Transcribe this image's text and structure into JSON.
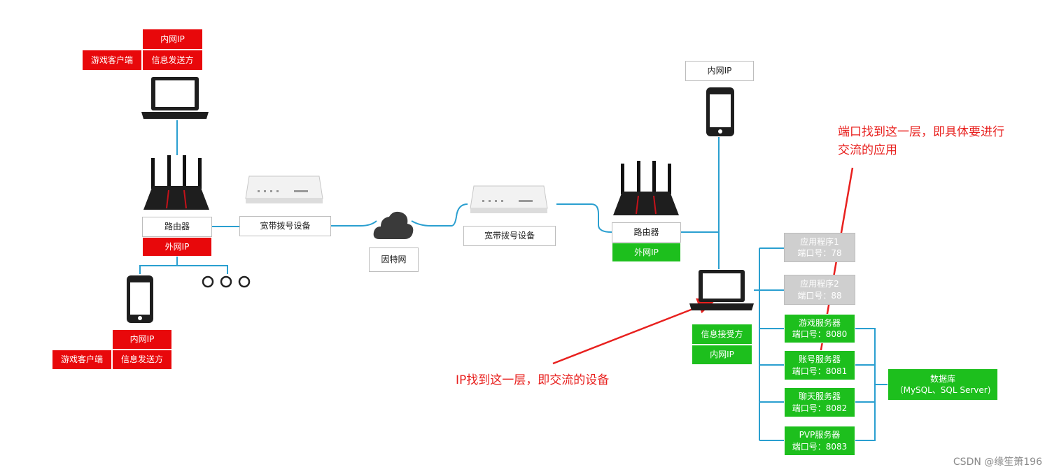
{
  "client_top": {
    "lan_ip": "内网IP",
    "role": "游戏客户端",
    "sender": "信息发送方"
  },
  "client_bottom": {
    "lan_ip": "内网IP",
    "role": "游戏客户端",
    "sender": "信息发送方"
  },
  "left_router": {
    "label": "路由器",
    "wan_ip": "外网IP"
  },
  "left_modem": {
    "label": "宽带拨号设备"
  },
  "internet": {
    "label": "因特网"
  },
  "right_modem": {
    "label": "宽带拨号设备"
  },
  "right_router": {
    "label": "路由器",
    "wan_ip": "外网IP"
  },
  "right_phone": {
    "lan_ip": "内网IP"
  },
  "server_pc": {
    "receiver": "信息接受方",
    "lan_ip": "内网IP"
  },
  "apps": [
    {
      "name": "应用程序1",
      "port": "端口号：78",
      "active": false
    },
    {
      "name": "应用程序2",
      "port": "端口号：88",
      "active": false
    },
    {
      "name": "游戏服务器",
      "port": "端口号：8080",
      "active": true
    },
    {
      "name": "账号服务器",
      "port": "端口号：8081",
      "active": true
    },
    {
      "name": "聊天服务器",
      "port": "端口号：8082",
      "active": true
    },
    {
      "name": "PVP服务器",
      "port": "端口号：8083",
      "active": true
    }
  ],
  "database": {
    "name": "数据库",
    "detail": "（MySQL、SQL Server)"
  },
  "annotations": {
    "port_note_line1": "端口找到这一层，即具体要进行",
    "port_note_line2": "交流的应用",
    "ip_note": "IP找到这一层，即交流的设备"
  },
  "watermark": "CSDN @缘笙箫196",
  "colors": {
    "red": "#e8080b",
    "green": "#1dbf1d",
    "gray": "#cfcfcf",
    "line": "#2a9fd0",
    "annotation": "#e8201e"
  }
}
